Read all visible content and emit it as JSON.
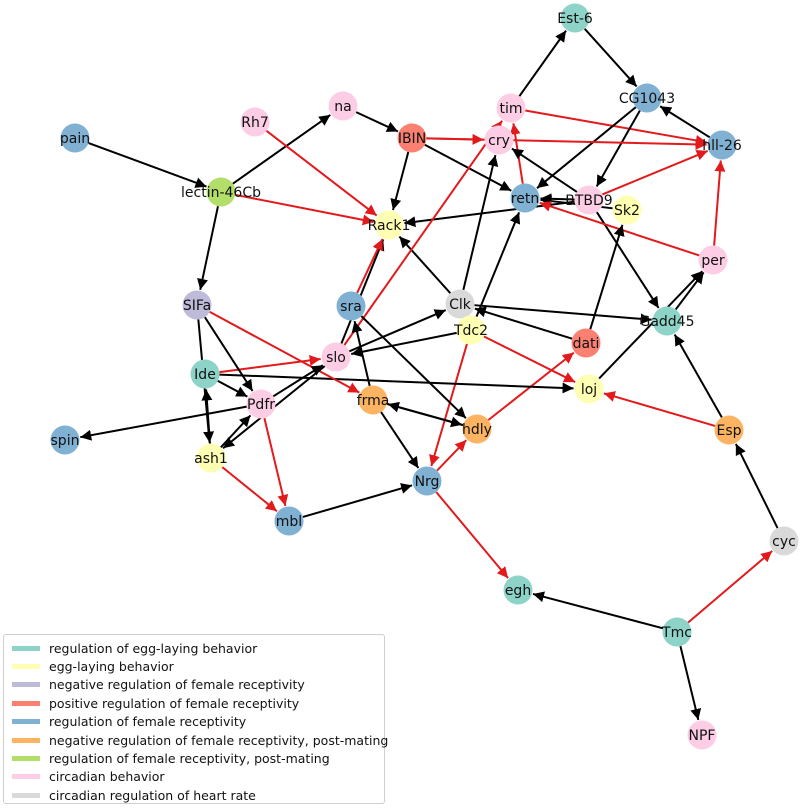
{
  "colors": {
    "teal": "#8dd3c7",
    "yellow": "#ffffb3",
    "purple": "#bebada",
    "salmon": "#fb8072",
    "blue": "#80b1d3",
    "orange": "#fdb462",
    "green": "#b3de69",
    "pink": "#fccde5",
    "gray": "#d9d9d9",
    "edge_black": "#000000",
    "edge_red": "#e31a1c"
  },
  "legend": [
    {
      "label": "regulation of egg-laying behavior",
      "color": "teal"
    },
    {
      "label": "egg-laying behavior",
      "color": "yellow"
    },
    {
      "label": "negative regulation of female receptivity",
      "color": "purple"
    },
    {
      "label": "positive regulation of female receptivity",
      "color": "salmon"
    },
    {
      "label": "regulation of female receptivity",
      "color": "blue"
    },
    {
      "label": "negative regulation of female receptivity, post-mating",
      "color": "orange"
    },
    {
      "label": "regulation of female receptivity, post-mating",
      "color": "green"
    },
    {
      "label": "circadian behavior",
      "color": "pink"
    },
    {
      "label": "circadian regulation of heart rate",
      "color": "gray"
    }
  ],
  "nodes": [
    {
      "id": "Est-6",
      "color": "teal"
    },
    {
      "id": "CG1043",
      "color": "blue"
    },
    {
      "id": "tim",
      "color": "pink"
    },
    {
      "id": "na",
      "color": "pink"
    },
    {
      "id": "Rh7",
      "color": "pink"
    },
    {
      "id": "pain",
      "color": "blue"
    },
    {
      "id": "IBIN",
      "color": "salmon"
    },
    {
      "id": "cry",
      "color": "pink"
    },
    {
      "id": "hll-26",
      "color": "blue"
    },
    {
      "id": "lectin-46Cb",
      "color": "green"
    },
    {
      "id": "retn",
      "color": "blue"
    },
    {
      "id": "BTBD9",
      "color": "pink"
    },
    {
      "id": "Sk2",
      "color": "yellow"
    },
    {
      "id": "Rack1",
      "color": "yellow"
    },
    {
      "id": "per",
      "color": "pink"
    },
    {
      "id": "SIFa",
      "color": "purple"
    },
    {
      "id": "sra",
      "color": "blue"
    },
    {
      "id": "Clk",
      "color": "gray"
    },
    {
      "id": "Gadd45",
      "color": "teal"
    },
    {
      "id": "Tdc2",
      "color": "yellow"
    },
    {
      "id": "dati",
      "color": "salmon"
    },
    {
      "id": "slo",
      "color": "pink"
    },
    {
      "id": "Ide",
      "color": "teal"
    },
    {
      "id": "loj",
      "color": "yellow"
    },
    {
      "id": "frma",
      "color": "orange"
    },
    {
      "id": "Pdfr",
      "color": "pink"
    },
    {
      "id": "hdly",
      "color": "orange"
    },
    {
      "id": "Esp",
      "color": "orange"
    },
    {
      "id": "spin",
      "color": "blue"
    },
    {
      "id": "ash1",
      "color": "yellow"
    },
    {
      "id": "Nrg",
      "color": "blue"
    },
    {
      "id": "mbl",
      "color": "blue"
    },
    {
      "id": "cyc",
      "color": "gray"
    },
    {
      "id": "egh",
      "color": "teal"
    },
    {
      "id": "Tmc",
      "color": "teal"
    },
    {
      "id": "NPF",
      "color": "pink"
    }
  ],
  "edges": [
    {
      "from": "Est-6",
      "to": "CG1043",
      "type": "black"
    },
    {
      "from": "tim",
      "to": "Est-6",
      "type": "black"
    },
    {
      "from": "hll-26",
      "to": "CG1043",
      "type": "black"
    },
    {
      "from": "tim",
      "to": "hll-26",
      "type": "red"
    },
    {
      "from": "CG1043",
      "to": "retn",
      "type": "black"
    },
    {
      "from": "CG1043",
      "to": "BTBD9",
      "type": "black"
    },
    {
      "from": "IBIN",
      "to": "cry",
      "type": "red"
    },
    {
      "from": "IBIN",
      "to": "hll-26",
      "type": "red"
    },
    {
      "from": "IBIN",
      "to": "retn",
      "type": "black"
    },
    {
      "from": "IBIN",
      "to": "Rack1",
      "type": "black"
    },
    {
      "from": "na",
      "to": "IBIN",
      "type": "black"
    },
    {
      "from": "lectin-46Cb",
      "to": "na",
      "type": "black"
    },
    {
      "from": "pain",
      "to": "lectin-46Cb",
      "type": "black"
    },
    {
      "from": "lectin-46Cb",
      "to": "Rack1",
      "type": "red"
    },
    {
      "from": "lectin-46Cb",
      "to": "SIFa",
      "type": "black"
    },
    {
      "from": "Rh7",
      "to": "Rack1",
      "type": "red"
    },
    {
      "from": "retn",
      "to": "tim",
      "type": "red"
    },
    {
      "from": "BTBD9",
      "to": "cry",
      "type": "black"
    },
    {
      "from": "BTBD9",
      "to": "retn",
      "type": "black"
    },
    {
      "from": "Sk2",
      "to": "retn",
      "type": "black"
    },
    {
      "from": "BTBD9",
      "to": "hll-26",
      "type": "red"
    },
    {
      "from": "BTBD9",
      "to": "Rack1",
      "type": "black"
    },
    {
      "from": "BTBD9",
      "to": "Gadd45",
      "type": "black"
    },
    {
      "from": "per",
      "to": "retn",
      "type": "red"
    },
    {
      "from": "per",
      "to": "hll-26",
      "type": "red"
    },
    {
      "from": "Gadd45",
      "to": "per",
      "type": "black"
    },
    {
      "from": "Clk",
      "to": "cry",
      "type": "black"
    },
    {
      "from": "Clk",
      "to": "Rack1",
      "type": "black"
    },
    {
      "from": "Clk",
      "to": "Gadd45",
      "type": "black"
    },
    {
      "from": "dati",
      "to": "Clk",
      "type": "black"
    },
    {
      "from": "dati",
      "to": "Sk2",
      "type": "black"
    },
    {
      "from": "Tdc2",
      "to": "retn",
      "type": "black"
    },
    {
      "from": "Tdc2",
      "to": "slo",
      "type": "black"
    },
    {
      "from": "Tdc2",
      "to": "loj",
      "type": "red"
    },
    {
      "from": "Tdc2",
      "to": "Nrg",
      "type": "red"
    },
    {
      "from": "slo",
      "to": "Rack1",
      "type": "black"
    },
    {
      "from": "slo",
      "to": "tim",
      "type": "red"
    },
    {
      "from": "slo",
      "to": "Clk",
      "type": "black"
    },
    {
      "from": "sra",
      "to": "Rack1",
      "type": "red"
    },
    {
      "from": "sra",
      "to": "hdly",
      "type": "black"
    },
    {
      "from": "frma",
      "to": "sra",
      "type": "black"
    },
    {
      "from": "frma",
      "to": "hdly",
      "type": "black"
    },
    {
      "from": "frma",
      "to": "Nrg",
      "type": "black"
    },
    {
      "from": "hdly",
      "to": "frma",
      "type": "black"
    },
    {
      "from": "hdly",
      "to": "dati",
      "type": "red"
    },
    {
      "from": "Ide",
      "to": "loj",
      "type": "black"
    },
    {
      "from": "Ide",
      "to": "slo",
      "type": "red"
    },
    {
      "from": "Ide",
      "to": "Pdfr",
      "type": "black"
    },
    {
      "from": "SIFa",
      "to": "Pdfr",
      "type": "black"
    },
    {
      "from": "SIFa",
      "to": "ash1",
      "type": "black"
    },
    {
      "from": "SIFa",
      "to": "frma",
      "type": "red"
    },
    {
      "from": "Pdfr",
      "to": "spin",
      "type": "black"
    },
    {
      "from": "Pdfr",
      "to": "mbl",
      "type": "red"
    },
    {
      "from": "Pdfr",
      "to": "slo",
      "type": "black"
    },
    {
      "from": "ash1",
      "to": "Ide",
      "type": "black"
    },
    {
      "from": "ash1",
      "to": "Pdfr",
      "type": "black"
    },
    {
      "from": "ash1",
      "to": "mbl",
      "type": "red"
    },
    {
      "from": "slo",
      "to": "ash1",
      "type": "black"
    },
    {
      "from": "mbl",
      "to": "Nrg",
      "type": "black"
    },
    {
      "from": "Nrg",
      "to": "hdly",
      "type": "red"
    },
    {
      "from": "Nrg",
      "to": "egh",
      "type": "red"
    },
    {
      "from": "loj",
      "to": "per",
      "type": "black"
    },
    {
      "from": "Esp",
      "to": "loj",
      "type": "red"
    },
    {
      "from": "Esp",
      "to": "Gadd45",
      "type": "black"
    },
    {
      "from": "cyc",
      "to": "Esp",
      "type": "black"
    },
    {
      "from": "Tmc",
      "to": "cyc",
      "type": "red"
    },
    {
      "from": "Tmc",
      "to": "egh",
      "type": "black"
    },
    {
      "from": "Tmc",
      "to": "NPF",
      "type": "black"
    }
  ]
}
